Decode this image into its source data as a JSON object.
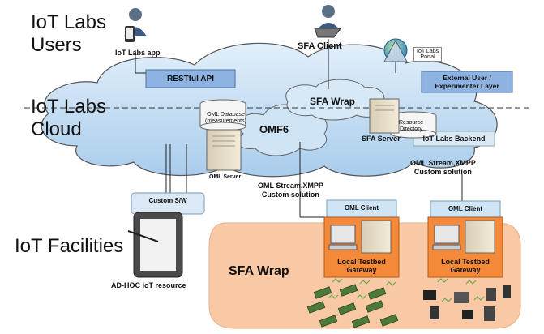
{
  "layers": {
    "users": [
      "IoT Labs",
      "Users"
    ],
    "cloud": [
      "IoT Labs",
      "Cloud"
    ],
    "facilities": "IoT Facilities"
  },
  "nodes": {
    "iot_labs_app": "IoT Labs app",
    "sfa_client": "SFA Client",
    "portal": [
      "IoT Labs",
      "Portal"
    ],
    "restful_api": "RESTful API",
    "external_layer": [
      "External User /",
      "Experimenter Layer"
    ],
    "sfa_wrap_cloud": "SFA Wrap",
    "oml_database": [
      "OML Database",
      "(measurements)"
    ],
    "omf6": "OMF6",
    "resource_directory": [
      "Resource",
      "Directory"
    ],
    "sfa_server": "SFA Server",
    "backend": "IoT Labs Backend",
    "oml_server": "OML Server",
    "oml_stream_left": [
      "OML Stream,XMPP",
      "Custom solution"
    ],
    "oml_stream_right": [
      "OML Stream,XMPP",
      "Custom solution"
    ],
    "custom_sw": "Custom S/W",
    "adhoc": "AD-HOC IoT resource",
    "oml_client_left": "OML Client",
    "oml_client_right": "OML Client",
    "gateway_left": [
      "Local Testbed",
      "Gateway"
    ],
    "gateway_right": [
      "Local Testbed",
      "Gateway"
    ],
    "sfa_wrap_facility": "SFA Wrap"
  },
  "colors": {
    "cloud_fill": "#c6dff3",
    "cloud_stroke": "#555555",
    "api_box": "#8db3e2",
    "backend_box": "#dbe9f6",
    "facility_fill": "#f9c9a6",
    "gateway_fill": "#f4893a",
    "oml_client_fill": "#cfe4f4"
  }
}
